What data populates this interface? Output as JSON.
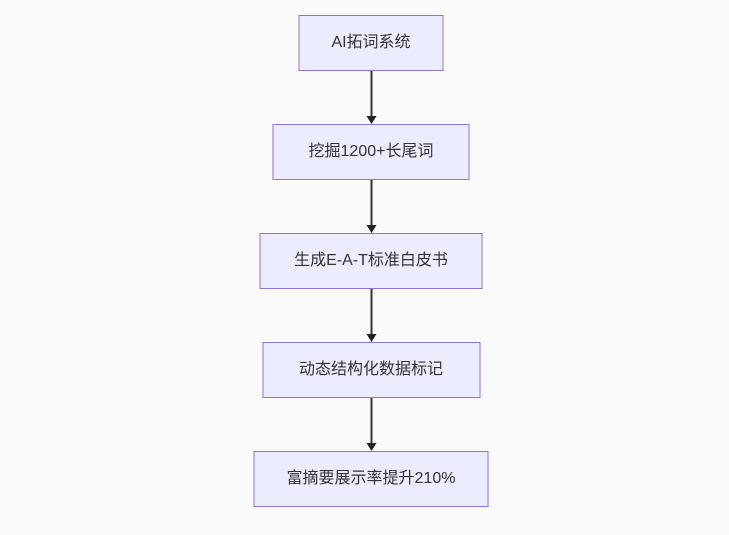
{
  "canvas": {
    "background_color": "#fafafa"
  },
  "flowchart": {
    "type": "flowchart",
    "direction": "top-down",
    "node_fill_color": "#ECECFF",
    "node_border_color": "#9370DB",
    "node_text_color": "#333333",
    "arrow_color": "#333333",
    "nodes": [
      {
        "label": "AI拓词系统"
      },
      {
        "label": "挖掘1200+长尾词"
      },
      {
        "label": "生成E-A-T标准白皮书"
      },
      {
        "label": "动态结构化数据标记"
      },
      {
        "label": "富摘要展示率提升210%"
      }
    ],
    "edges": [
      {
        "from": "AI拓词系统",
        "to": "挖掘1200+长尾词"
      },
      {
        "from": "挖掘1200+长尾词",
        "to": "生成E-A-T标准白皮书"
      },
      {
        "from": "生成E-A-T标准白皮书",
        "to": "动态结构化数据标记"
      },
      {
        "from": "动态结构化数据标记",
        "to": "富摘要展示率提升210%"
      }
    ]
  }
}
